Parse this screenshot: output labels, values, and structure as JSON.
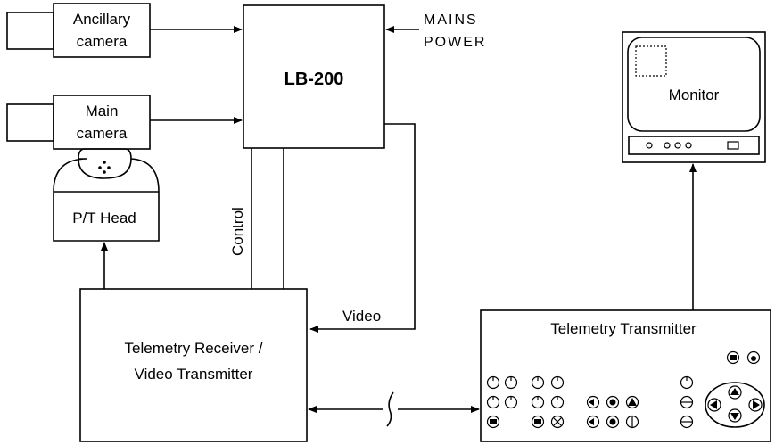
{
  "labels": {
    "ancillary_camera": [
      "Ancillary",
      "camera"
    ],
    "main_camera": [
      "Main",
      "camera"
    ],
    "lb200": "LB-200",
    "mains_power": [
      "MAINS",
      "POWER"
    ],
    "monitor": "Monitor",
    "pt_head": "P/T Head",
    "control": "Control",
    "video": "Video",
    "telemetry_receiver": [
      "Telemetry Receiver /",
      "Video Transmitter"
    ],
    "telemetry_transmitter": "Telemetry Transmitter"
  },
  "colors": {
    "stroke": "#000000",
    "background": "#ffffff"
  },
  "icons": [
    "camera-lens-icon",
    "monitor-screen-icon",
    "control-knob-icon",
    "joystick-pad-icon",
    "wireless-link-icon"
  ]
}
